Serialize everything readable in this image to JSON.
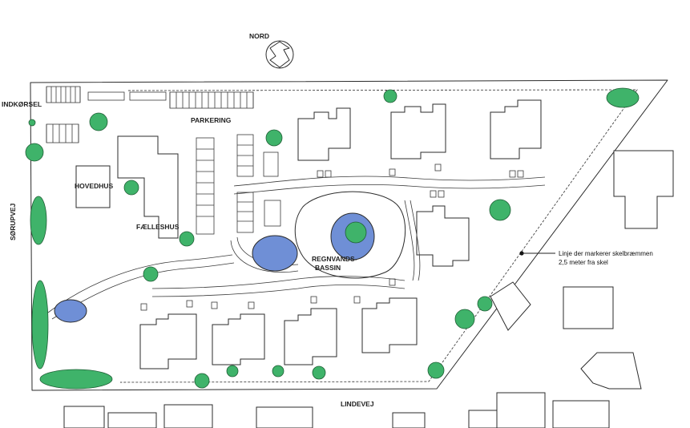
{
  "labels": {
    "north": "NORD",
    "entrance": "INDKØRSEL",
    "parking": "PARKERING",
    "main_house": "HOVEDHUS",
    "common_house": "FÆLLESHUS",
    "road_west": "SØRUPVEJ",
    "rainwater_1": "REGNVANDS-",
    "rainwater_2": "BASSIN",
    "road_south": "LINDEVEJ",
    "note_1": "Linje der markerer skelbræmmen",
    "note_2": "2,5 meter fra skel"
  },
  "colors": {
    "ink": "#2b2b2b",
    "tree": "#3fb36a",
    "water": "#6f8fd6"
  },
  "icons": [
    "north-arrow-icon",
    "tree-icon"
  ]
}
